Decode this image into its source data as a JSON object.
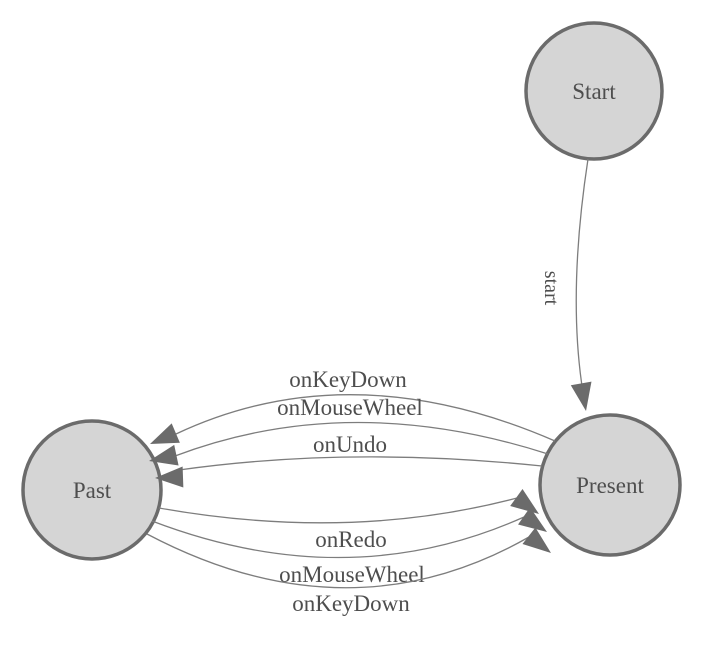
{
  "diagram": {
    "kind": "finite-state-machine",
    "background_color": "#ffffff",
    "colors": {
      "node_fill": "#d5d5d5",
      "node_stroke": "#6b6b6b",
      "edge_stroke": "#7d7d7d",
      "arrow_fill": "#6b6b6b",
      "label_text": "#4e4e4e"
    },
    "nodes": [
      {
        "id": "start",
        "label": "Start"
      },
      {
        "id": "past",
        "label": "Past"
      },
      {
        "id": "present",
        "label": "Present"
      }
    ],
    "edges": [
      {
        "id": "start-to-present",
        "from": "start",
        "to": "present",
        "label": "start"
      },
      {
        "id": "present-to-past-1",
        "from": "present",
        "to": "past",
        "label": "onKeyDown"
      },
      {
        "id": "present-to-past-2",
        "from": "present",
        "to": "past",
        "label": "onMouseWheel"
      },
      {
        "id": "present-to-past-3",
        "from": "present",
        "to": "past",
        "label": "onUndo"
      },
      {
        "id": "past-to-present-1",
        "from": "past",
        "to": "present",
        "label": "onRedo"
      },
      {
        "id": "past-to-present-2",
        "from": "past",
        "to": "present",
        "label": "onMouseWheel"
      },
      {
        "id": "past-to-present-3",
        "from": "past",
        "to": "present",
        "label": "onKeyDown"
      }
    ]
  }
}
